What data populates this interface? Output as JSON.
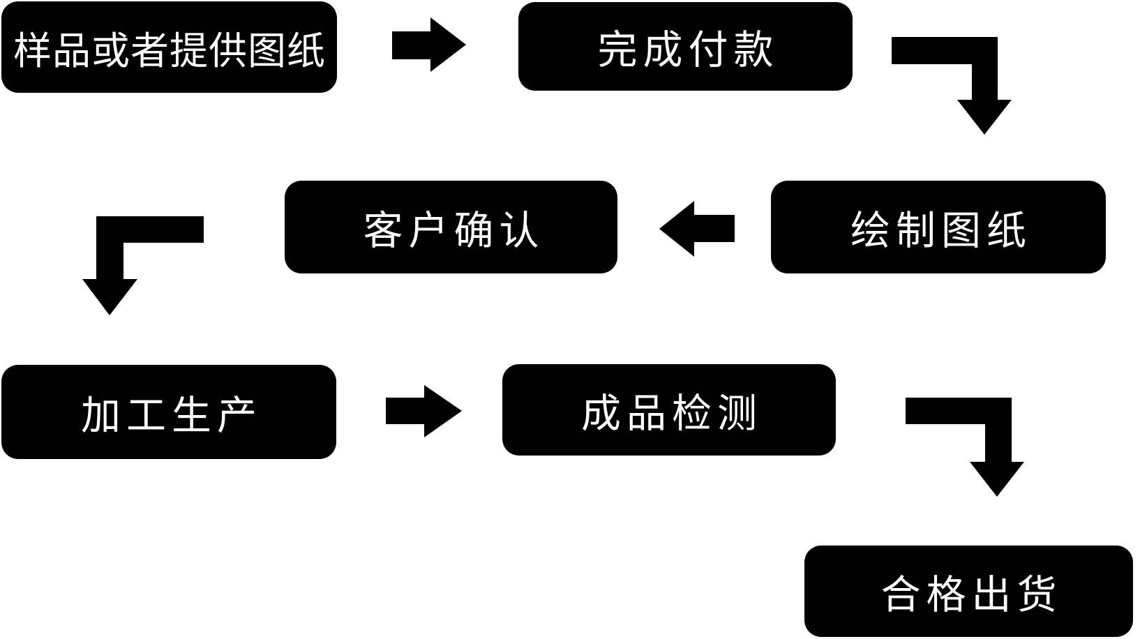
{
  "diagram_type": "flowchart",
  "colors": {
    "background": "#ffffff",
    "node_fill": "#000000",
    "node_text": "#ffffff",
    "arrow_fill": "#000000"
  },
  "nodes": [
    {
      "id": "sample",
      "label": "样品或者提供图纸"
    },
    {
      "id": "payment",
      "label": "完成付款"
    },
    {
      "id": "drawing",
      "label": "绘制图纸"
    },
    {
      "id": "confirm",
      "label": "客户确认"
    },
    {
      "id": "production",
      "label": "加工生产"
    },
    {
      "id": "inspection",
      "label": "成品检测"
    },
    {
      "id": "shipment",
      "label": "合格出货"
    }
  ],
  "connections": [
    {
      "from": "样品或者提供图纸",
      "to": "完成付款",
      "arrow": "right"
    },
    {
      "from": "完成付款",
      "to": "绘制图纸",
      "arrow": "elbow-right-down"
    },
    {
      "from": "绘制图纸",
      "to": "客户确认",
      "arrow": "left"
    },
    {
      "from": "客户确认",
      "to": "加工生产",
      "arrow": "elbow-left-down"
    },
    {
      "from": "加工生产",
      "to": "成品检测",
      "arrow": "right"
    },
    {
      "from": "成品检测",
      "to": "合格出货",
      "arrow": "elbow-right-down"
    }
  ]
}
